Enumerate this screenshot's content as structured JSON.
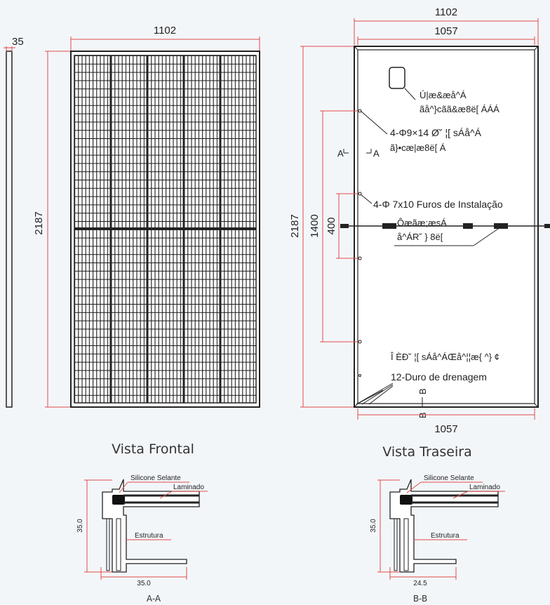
{
  "front": {
    "thickness": "35",
    "width": "1102",
    "height": "2187",
    "caption": "Vista Frontal"
  },
  "back": {
    "outer_width": "1102",
    "inner_width": "1057",
    "bottom_width": "1057",
    "height": "2187",
    "hole_spacing": "1400",
    "mount_spacing": "400",
    "label_nameplate_1": "Ú|æ&æå^Á",
    "label_nameplate_2": "ãå^}cãã&æ8ë[ ÁÁÁ",
    "label_grounding_1": "4-Φ9×14 Ø˘ ¦[ sÁå^Á",
    "label_grounding_2": "ã}•cæ|æ8ë[ Á",
    "label_install": "4-Φ 7x10 Furos de Instalação",
    "label_cable_1": "Ôæãæ;æsÁ",
    "label_cable_2": "å^ÁR˘ } 8ë[",
    "label_drain_top": "Î ÈÐ˘ ¦[ sÁå^ÁŒå^¦¦æ{ ^} ¢",
    "label_drain": "12-Duro de drenagem",
    "section_a_left": "A",
    "section_a_right": "A",
    "section_b": "B",
    "caption": "Vista Traseira"
  },
  "section_aa": {
    "silicone": "Silicone Selante",
    "laminate": "Laminado",
    "frame": "Estrutura",
    "height": "35.0",
    "width": "35.0",
    "caption": "A-A"
  },
  "section_bb": {
    "silicone": "Silicone Selante",
    "laminate": "Laminado",
    "frame": "Estrutura",
    "height": "35.0",
    "width": "24.5",
    "caption": "B-B"
  },
  "colors": {
    "dimension": "#e24b4b",
    "outline": "#222222",
    "background": "#f3f6f9"
  }
}
